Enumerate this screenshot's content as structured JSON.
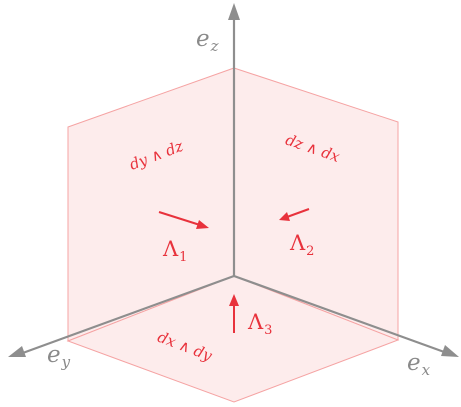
{
  "axes": {
    "z": {
      "base": "e",
      "sub": "z"
    },
    "y": {
      "base": "e",
      "sub": "y"
    },
    "x": {
      "base": "e",
      "sub": "x"
    }
  },
  "faces": {
    "yz": {
      "form": "dy ∧ dz",
      "lambda": "Λ",
      "index": "1"
    },
    "zx": {
      "form": "dz ∧ dx",
      "lambda": "Λ",
      "index": "2"
    },
    "xy": {
      "form": "dx ∧ dy",
      "lambda": "Λ",
      "index": "3"
    }
  },
  "colors": {
    "accent": "#e8323c",
    "face_fill": "#fdecec",
    "face_stroke": "#f5a3a3",
    "axis": "#8e8e8e"
  }
}
